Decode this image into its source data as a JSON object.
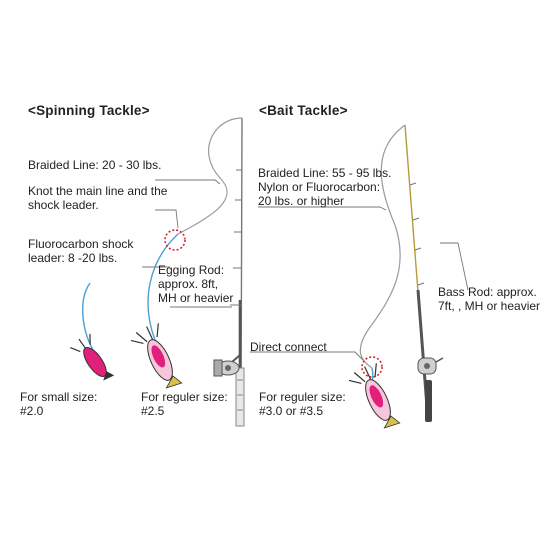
{
  "spinning": {
    "header": "<Spinning Tackle>",
    "braided_line": "Braided Line: 20 - 30 lbs.",
    "knot_line1": "Knot the main line and the",
    "knot_line2": "shock leader.",
    "fluoro_line1": "Fluorocarbon shock",
    "fluoro_line2": "leader: 8 -20 lbs.",
    "rod_line1": "Egging Rod:",
    "rod_line2": "approx. 8ft,",
    "rod_line3": "MH or heavier",
    "small_size_line1": "For small size:",
    "small_size_line2": "#2.0",
    "regular_size_line1": "For reguler size:",
    "regular_size_line2": "#2.5"
  },
  "bait": {
    "header": "<Bait Tackle>",
    "braided_line": "Braided Line: 55 - 95 lbs.",
    "nylon_line1": "Nylon or Fluorocarbon:",
    "nylon_line2": "20 lbs. or higher",
    "rod_line1": "Bass Rod: approx.",
    "rod_line2": "7ft, , MH or heavier",
    "direct_connect": "Direct connect",
    "regular_size_line1": "For reguler size:",
    "regular_size_line2": "#3.0 or #3.5"
  },
  "colors": {
    "line": "#9a9a9a",
    "leader": "#4a9fd6",
    "knot_marker": "#e0202a",
    "lure_body": "#e0207a",
    "rod_dark": "#555555",
    "rod_gold": "#b79a3a"
  }
}
